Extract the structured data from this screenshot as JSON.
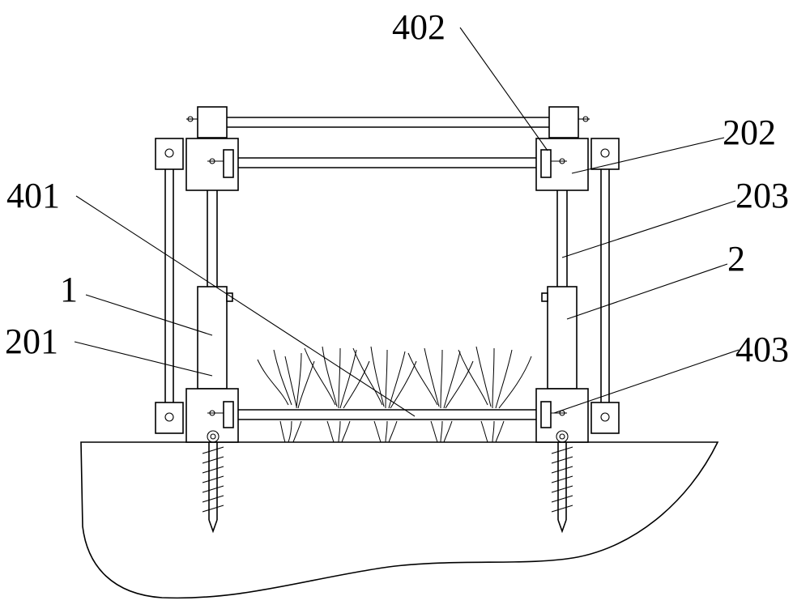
{
  "labels": {
    "l402": "402",
    "l202": "202",
    "l203": "203",
    "l401": "401",
    "l2": "2",
    "l1": "1",
    "l201": "201",
    "l403": "403"
  }
}
